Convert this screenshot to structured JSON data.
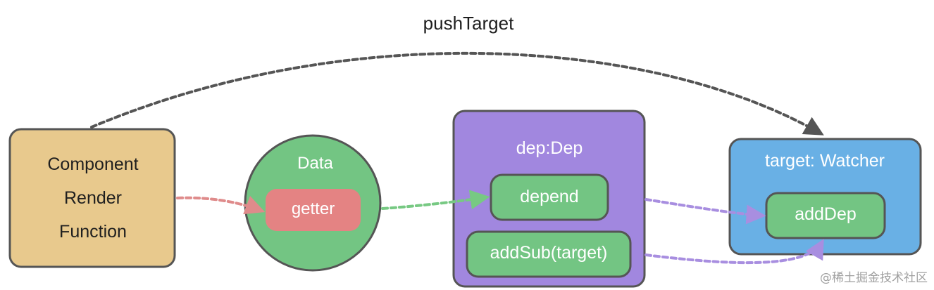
{
  "title": "pushTarget",
  "component": {
    "lines": [
      "Component",
      "Render",
      "Function"
    ]
  },
  "data_circle": {
    "title": "Data",
    "getter": "getter"
  },
  "dep": {
    "title": "dep:Dep",
    "depend": "depend",
    "addsub": "addSub(target)"
  },
  "watcher": {
    "title": "target: Watcher",
    "adddep": "addDep"
  },
  "watermark": "@稀土掘金技术社区",
  "colors": {
    "component_fill": "#e8c98d",
    "data_fill": "#73c583",
    "getter_fill": "#e48383",
    "dep_fill": "#a187df",
    "watcher_fill": "#69b0e5",
    "node_fill": "#73c583",
    "border": "#555555",
    "arrow_gray": "#555555",
    "arrow_red": "#df8b8b",
    "arrow_green": "#77c983",
    "arrow_purple": "#a88ee0"
  }
}
